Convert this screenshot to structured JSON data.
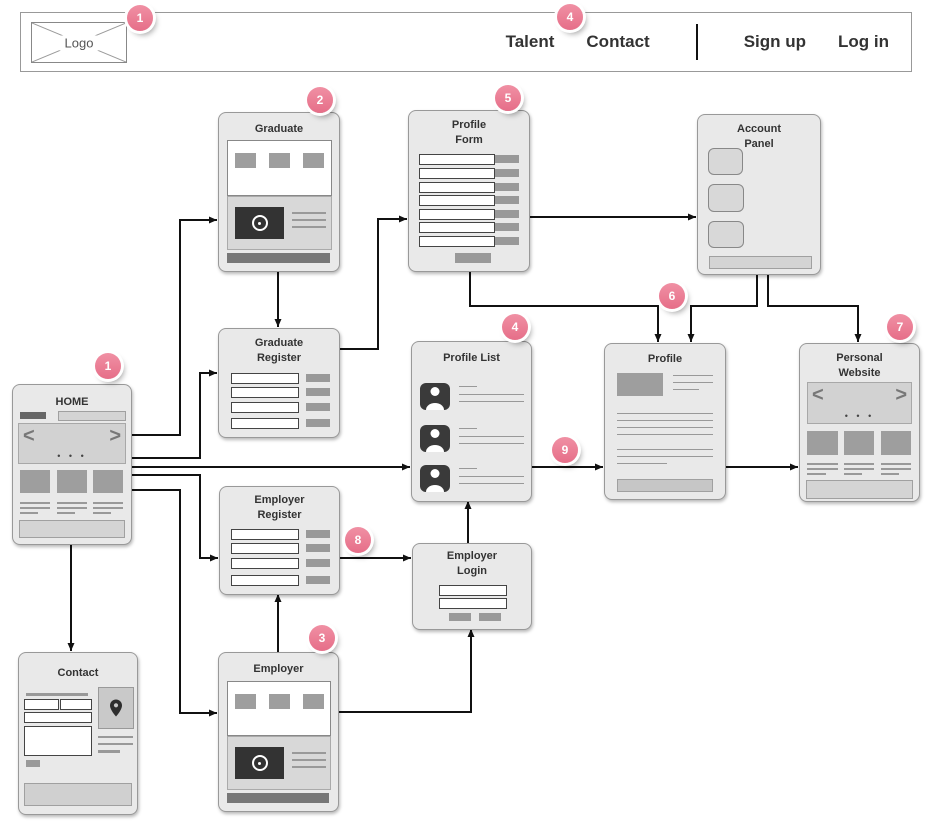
{
  "accent": "#ec7b91",
  "header": {
    "logo_label": "Logo",
    "nav_items": [
      {
        "label": "Talent"
      },
      {
        "label": "Contact"
      }
    ],
    "auth_items": [
      {
        "label": "Sign up"
      },
      {
        "label": "Log in"
      }
    ]
  },
  "badges": [
    {
      "id": "header-logo",
      "number": "1"
    },
    {
      "id": "header-nav",
      "number": "4"
    },
    {
      "id": "graduate",
      "number": "2"
    },
    {
      "id": "profile-form",
      "number": "5"
    },
    {
      "id": "home",
      "number": "1"
    },
    {
      "id": "profile-list",
      "number": "4"
    },
    {
      "id": "profile",
      "number": "6"
    },
    {
      "id": "personal-website",
      "number": "7"
    },
    {
      "id": "employer-register-flow",
      "number": "8"
    },
    {
      "id": "profile-list-to-profile",
      "number": "9"
    },
    {
      "id": "employer",
      "number": "3"
    }
  ],
  "nodes": {
    "home": {
      "title": "HOME"
    },
    "contact_page": {
      "title": "Contact"
    },
    "graduate": {
      "title": "Graduate"
    },
    "graduate_register": {
      "title": "Graduate\nRegister"
    },
    "employer_register": {
      "title": "Employer\nRegister"
    },
    "employer": {
      "title": "Employer"
    },
    "employer_login": {
      "title": "Employer\nLogin"
    },
    "profile_form": {
      "title": "Profile\nForm"
    },
    "account_panel": {
      "title": "Account\nPanel"
    },
    "profile_list": {
      "title": "Profile List"
    },
    "profile": {
      "title": "Profile"
    },
    "personal_website": {
      "title": "Personal\nWebsite"
    }
  }
}
